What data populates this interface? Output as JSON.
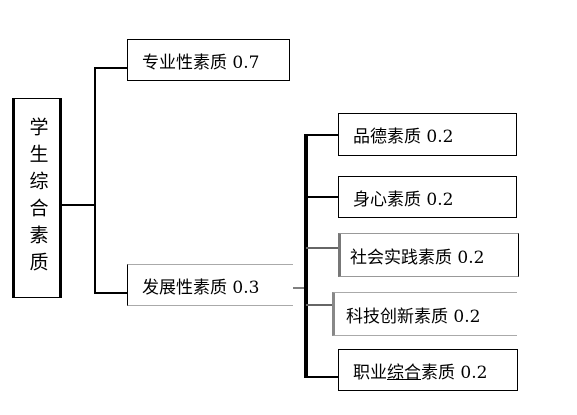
{
  "root": {
    "label": "学生综合素质"
  },
  "level1": {
    "professional": {
      "label": "专业性素质",
      "weight": "0.7"
    },
    "development": {
      "label": "发展性素质",
      "weight": "0.3"
    }
  },
  "level2": {
    "moral": {
      "label": "品德素质",
      "weight": "0.2"
    },
    "physical": {
      "label": "身心素质",
      "weight": "0.2"
    },
    "social": {
      "label": "社会实践素质",
      "weight": "0.2"
    },
    "tech": {
      "label": "科技创新素质",
      "weight": "0.2"
    },
    "career": {
      "label_pre": "职业",
      "label_underlined": "综合",
      "label_post": "素质",
      "weight": "0.2"
    }
  }
}
